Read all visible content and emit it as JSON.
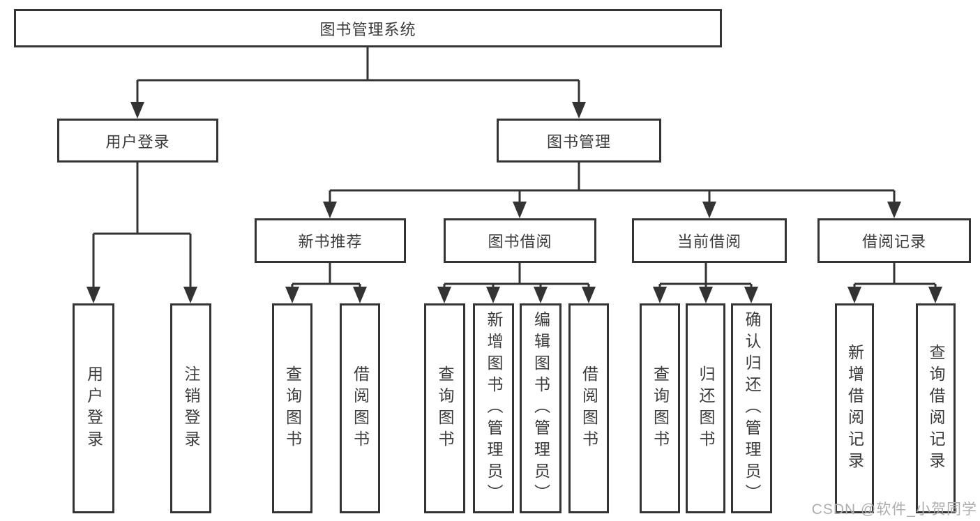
{
  "diagram": {
    "root": {
      "label": "图书管理系统"
    },
    "branches": [
      {
        "label": "用户登录",
        "children": [
          {
            "label": "用户登录"
          },
          {
            "label": "注销登录"
          }
        ]
      },
      {
        "label": "图书管理",
        "groups": [
          {
            "label": "新书推荐",
            "children": [
              {
                "label": "查询图书"
              },
              {
                "label": "借阅图书"
              }
            ]
          },
          {
            "label": "图书借阅",
            "children": [
              {
                "label": "查询图书"
              },
              {
                "label": "新增图书（管理员）"
              },
              {
                "label": "编辑图书（管理员）"
              },
              {
                "label": "借阅图书"
              }
            ]
          },
          {
            "label": "当前借阅",
            "children": [
              {
                "label": "查询图书"
              },
              {
                "label": "归还图书"
              },
              {
                "label": "确认归还（管理员）"
              }
            ]
          },
          {
            "label": "借阅记录",
            "children": [
              {
                "label": "新增借阅记录"
              },
              {
                "label": "查询借阅记录"
              }
            ]
          }
        ]
      }
    ]
  },
  "colors": {
    "line": "#333333",
    "border": "#343434",
    "text": "#3b3b3b",
    "watermark": "#aeaeae"
  },
  "watermark": {
    "text": "CSDN @软件_小贺同学"
  }
}
